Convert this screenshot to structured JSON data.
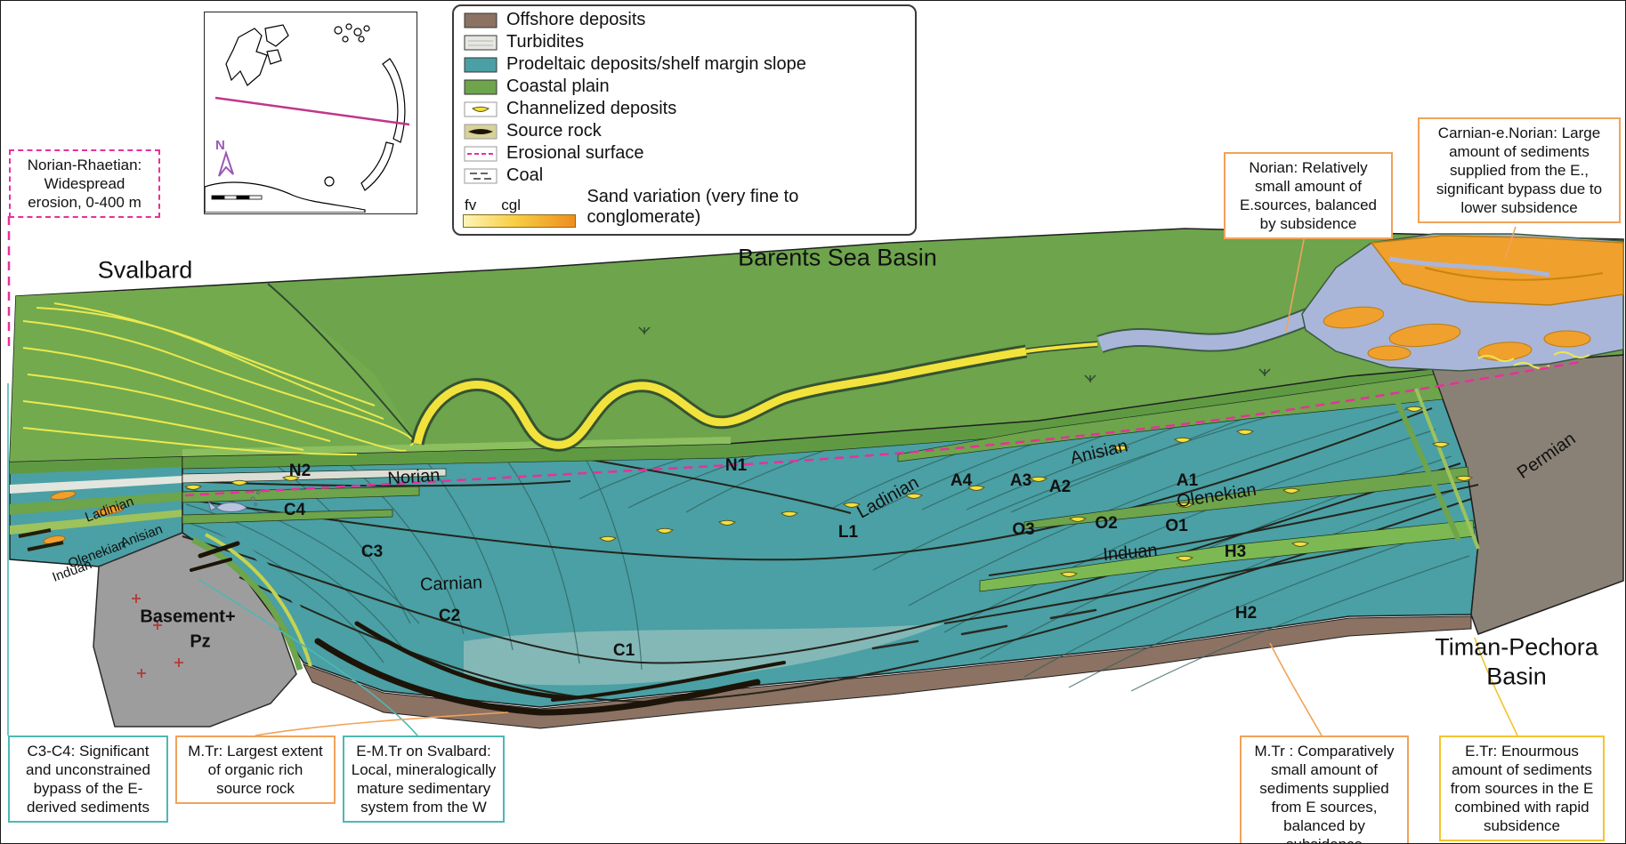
{
  "figure": {
    "regions": {
      "svalbard": "Svalbard",
      "barents_sea_basin": "Barents Sea Basin",
      "timan_1": "Timan-Pechora",
      "timan_2": "Basin",
      "basement_1": "Basement+",
      "basement_2": "Pz"
    },
    "units": {
      "n2": "N2",
      "n1": "N1",
      "c4": "C4",
      "c3": "C3",
      "c2": "C2",
      "c1": "C1",
      "l1": "L1",
      "a4": "A4",
      "a3": "A3",
      "a2": "A2",
      "a1": "A1",
      "o3": "O3",
      "o2": "O2",
      "o1": "O1",
      "h3": "H3",
      "h2": "H2"
    },
    "stages": {
      "norian": "Norian",
      "carnian": "Carnian",
      "ladinian": "Ladinian",
      "anisian": "Anisian",
      "olenekian": "Olenekian",
      "induan": "Induan",
      "permian": "Permian"
    },
    "side_stages": {
      "ladinian": "Ladinian",
      "anisian": "Anisian",
      "olenekian": "Olenekian",
      "induan": "Induan"
    }
  },
  "legend": {
    "items": [
      {
        "key": "offshore",
        "label": "Offshore deposits"
      },
      {
        "key": "turbidites",
        "label": "Turbidites"
      },
      {
        "key": "prodeltaic",
        "label": "Prodeltaic deposits/shelf margin slope"
      },
      {
        "key": "coastal",
        "label": "Coastal plain"
      },
      {
        "key": "channelized",
        "label": "Channelized deposits"
      },
      {
        "key": "source_rock",
        "label": "Source rock"
      },
      {
        "key": "erosional",
        "label": "Erosional surface"
      },
      {
        "key": "coal",
        "label": "Coal"
      }
    ],
    "sand": {
      "fine": "fv",
      "coarse": "cgl",
      "label": "Sand variation (very fine to conglomerate)"
    }
  },
  "inset_map": {
    "north": "N"
  },
  "callouts": {
    "norian_rhaetian": "Norian-Rhaetian: Widespread erosion, 0-400 m",
    "norian_east": "Norian: Relatively small amount of E.sources, balanced by subsidence",
    "carnian_norian": "Carnian-e.Norian: Large amount of sediments supplied from the E., significant bypass due to lower subsidence",
    "c3_c4": "C3-C4: Significant and unconstrained bypass of the E-derived sediments",
    "mtr_source_rock": "M.Tr: Largest extent of organic rich source rock",
    "emtr_svalbard": "E-M.Tr on Svalbard: Local, mineralogically mature sedimentary system from the W",
    "mtr_east": "M.Tr : Comparatively small amount of sediments supplied from E sources, balanced by subsidence",
    "etr_east": "E.Tr: Enourmous amount of sediments from sources in the E combined with rapid subsidence"
  },
  "colors": {
    "offshore": "#8b7263",
    "turbidites": "#e7e7e2",
    "prodeltaic": "#4aa0a4",
    "coastal_plain": "#6da44c",
    "channel_yellow": "#f2e23c",
    "sand_orange": "#f0a02c",
    "erosional_pink": "#e8309a",
    "water_blue": "#a9b6da",
    "basement_gray": "#9d9d9d",
    "timan_gray": "#8a8176",
    "callout_orange": "#f0a35a",
    "callout_teal": "#4db8b4",
    "callout_yellow": "#f4c430"
  }
}
